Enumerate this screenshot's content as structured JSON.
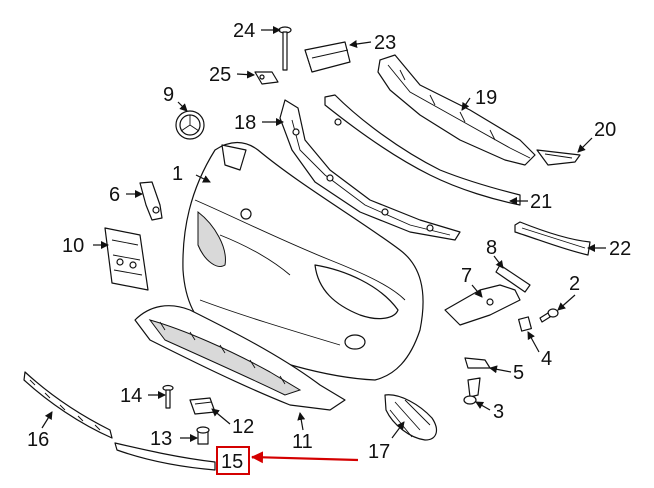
{
  "callouts": {
    "c1": "1",
    "c2": "2",
    "c3": "3",
    "c4": "4",
    "c5": "5",
    "c6": "6",
    "c7": "7",
    "c8": "8",
    "c9": "9",
    "c10": "10",
    "c11": "11",
    "c12": "12",
    "c13": "13",
    "c14": "14",
    "c15": "15",
    "c16": "16",
    "c17": "17",
    "c18": "18",
    "c19": "19",
    "c20": "20",
    "c21": "21",
    "c22": "22",
    "c23": "23",
    "c24": "24",
    "c25": "25"
  },
  "highlight": {
    "callout": "15",
    "color": "#d40000"
  }
}
